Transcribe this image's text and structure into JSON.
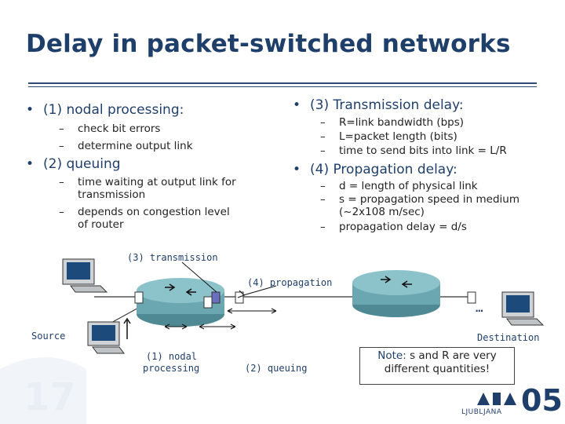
{
  "title": "Delay in packet-switched networks",
  "left": {
    "b1": "(1) nodal processing:",
    "b1_items": [
      "check bit errors",
      "determine output link"
    ],
    "b2": "(2) queuing",
    "b2_items": [
      "time waiting at output link for",
      "transmission",
      "depends on congestion level",
      "of router"
    ]
  },
  "right": {
    "b3": "(3) Transmission delay:",
    "b3_items": [
      "R=link bandwidth (bps)",
      "L=packet length (bits)",
      "time to send bits into link = L/R"
    ],
    "b4": "(4) Propagation delay:",
    "b4_items": [
      "d = length of physical link",
      "s = propagation speed in medium",
      "(~2x108 m/sec)",
      "propagation delay = d/s"
    ]
  },
  "dash": "–",
  "diagram": {
    "transmission": "(3) transmission",
    "propagation": "(4) propagation",
    "source": "Source",
    "destination": "Destination",
    "nodal1": "(1) nodal",
    "nodal2": "processing",
    "queuing": "(2) queuing",
    "ellipsis": "…"
  },
  "note": {
    "label": "Note:",
    "text1": "s and R are very",
    "text2": "different quantities!"
  },
  "slide_number": "17",
  "logo": {
    "text": "LJUBLJANA",
    "num": "05"
  },
  "colors": {
    "title": "#1f3f6b",
    "router": "#5f9aa3"
  }
}
